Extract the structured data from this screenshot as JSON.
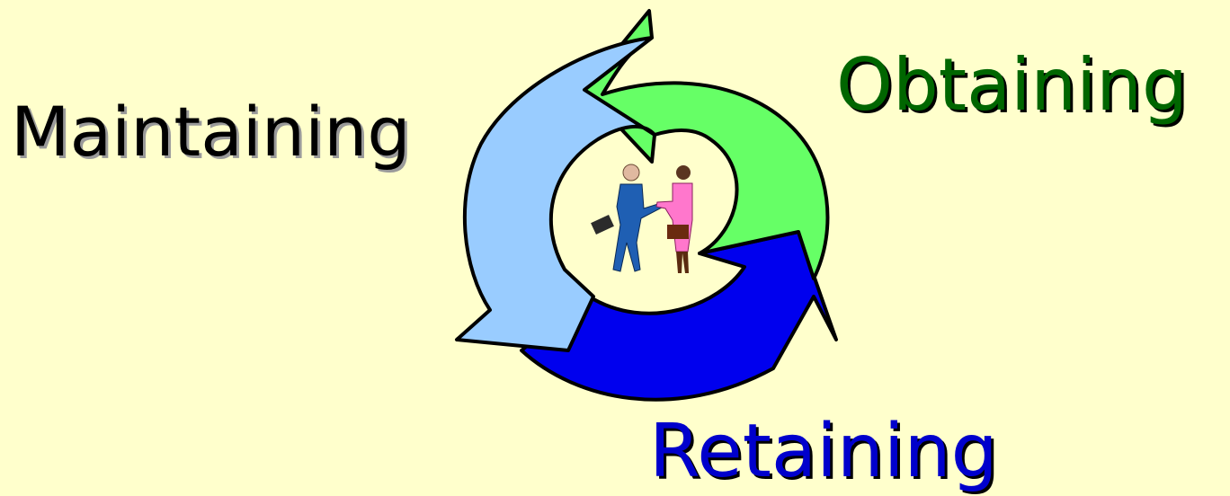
{
  "labels": {
    "maintaining": "Maintaining",
    "obtaining": "Obtaining",
    "retaining": "Retaining"
  },
  "colors": {
    "background": "#FFFFCC",
    "maintaining_arrow": "#99CCFF",
    "obtaining_arrow": "#66FF66",
    "retaining_arrow": "#0000EE",
    "outline": "#000000",
    "obtaining_text": "#006600",
    "retaining_text": "#0000CC",
    "maintaining_text": "#000000"
  },
  "center_image": "handshake-clipart"
}
